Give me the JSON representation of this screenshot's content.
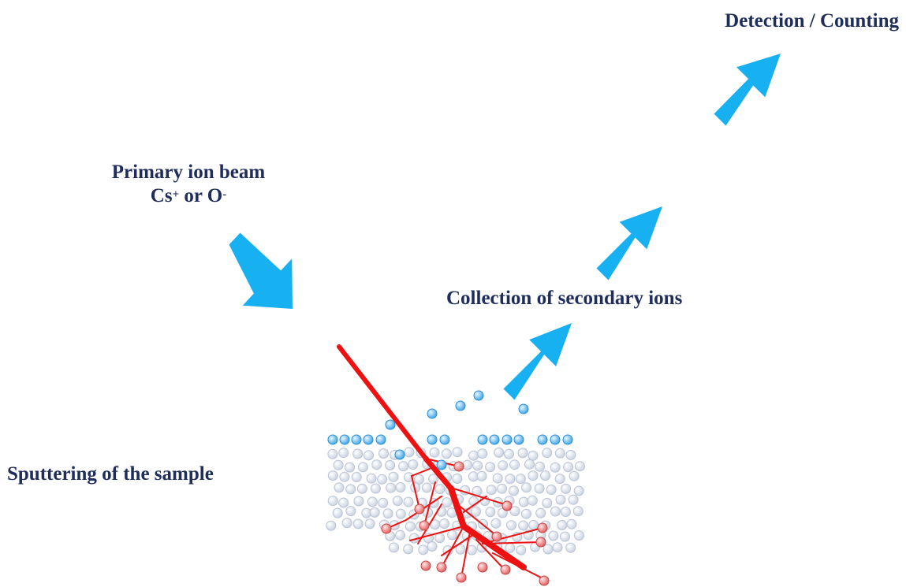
{
  "labels": {
    "detection": "Detection / Counting",
    "primary_line1": "Primary ion beam",
    "primary_ion_a": "Cs",
    "primary_ion_a_charge": "+",
    "primary_or": " or ",
    "primary_ion_b": "O",
    "primary_ion_b_charge": "-",
    "collection": "Collection of secondary ions",
    "sputtering": "Sputtering of the sample"
  },
  "colors": {
    "arrow": "#17b0f0",
    "beam": "#ee1111",
    "text": "#1f2d5c",
    "lattice_atom": "#dde3ee",
    "surface_atom": "#5ab4ec",
    "recoil_atom": "#ee8888"
  }
}
